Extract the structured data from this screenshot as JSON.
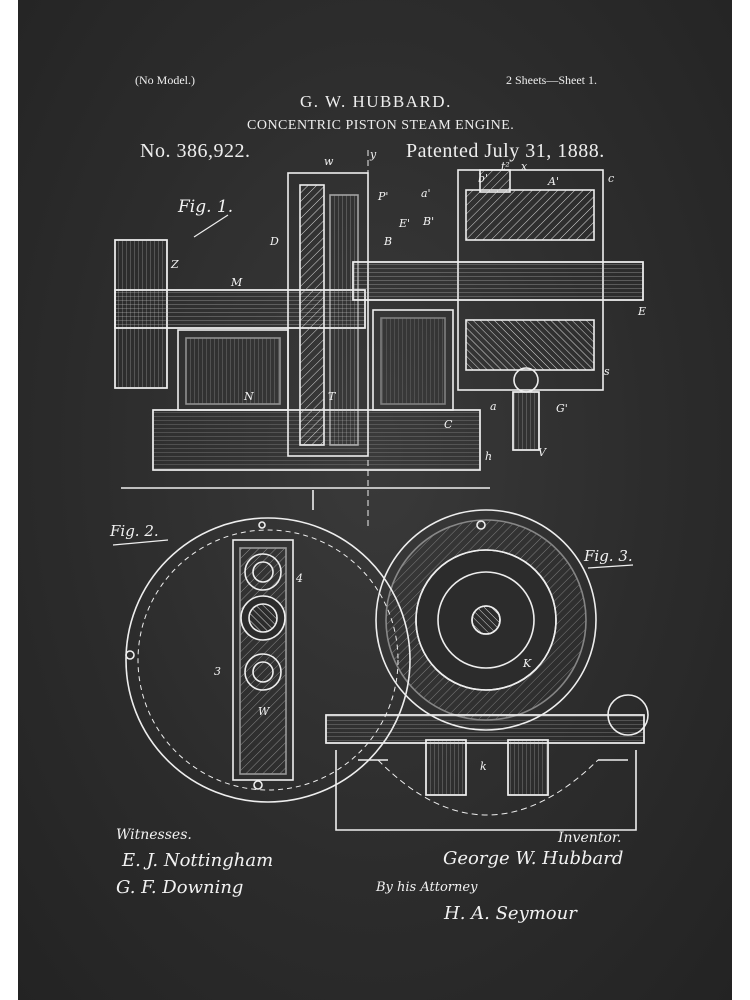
{
  "header": {
    "no_model": "(No Model.)",
    "sheets": "2 Sheets—Sheet 1.",
    "inventor_name": "G. W. HUBBARD.",
    "title": "CONCENTRIC PISTON STEAM ENGINE.",
    "patent_number": "No. 386,922.",
    "patent_date": "Patented July 31, 1888."
  },
  "figures": {
    "fig1": "Fig. 1.",
    "fig2": "Fig. 2.",
    "fig3": "Fig. 3."
  },
  "labels": {
    "w": "w",
    "y": "y",
    "P": "P'",
    "a1": "a'",
    "b1": "b'",
    "t2": "t²",
    "x": "x",
    "A": "A'",
    "c": "c",
    "Z": "Z",
    "M": "M",
    "D": "D",
    "E1": "E'",
    "B1": "B'",
    "B": "B",
    "E": "E",
    "N": "N",
    "T": "T",
    "C": "C",
    "h": "h",
    "V": "V",
    "G": "G'",
    "a": "a",
    "s": "s",
    "W": "W",
    "3": "3",
    "4": "4",
    "K": "K",
    "k": "k"
  },
  "signatures": {
    "witnesses_label": "Witnesses.",
    "witness_1": "E. J. Nottingham",
    "witness_2": "G. F. Downing",
    "inventor_label": "Inventor.",
    "inventor_signature": "George W. Hubbard",
    "by_his_attorney": "By his Attorney",
    "attorney_signature": "H. A. Seymour"
  },
  "colors": {
    "chalkboard": "#2c2c2c",
    "chalk": "#eeeeee"
  }
}
